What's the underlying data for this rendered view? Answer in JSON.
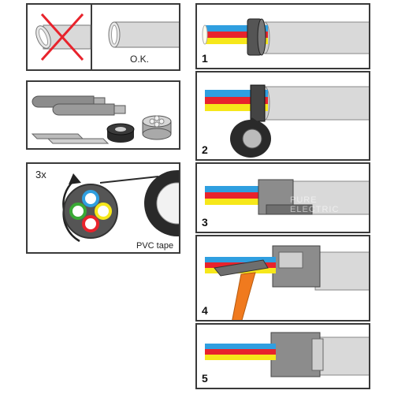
{
  "colors": {
    "border": "#3a3a3a",
    "cable_gray": "#d9d9d9",
    "cable_dark": "#8c8c8c",
    "wire_blue": "#2f9fe0",
    "wire_red": "#e8232c",
    "wire_yellow": "#f6e71a",
    "wire_green": "#39a935",
    "tape_black": "#2a2a2a",
    "cross_red": "#e8232c",
    "tool_orange": "#f07a1e"
  },
  "left_panels": {
    "ok_label": "O.K.",
    "rotation_label": "3x",
    "tape_label": "PVC tape"
  },
  "steps": [
    {
      "number": "1"
    },
    {
      "number": "2"
    },
    {
      "number": "3",
      "watermark": "PURE ELECTRIC"
    },
    {
      "number": "4"
    },
    {
      "number": "5"
    }
  ],
  "icons": {
    "wrong_icon": "red-cross-icon",
    "rotate_icon": "rotation-arrow-icon",
    "tool_icon": "knife-icon"
  }
}
